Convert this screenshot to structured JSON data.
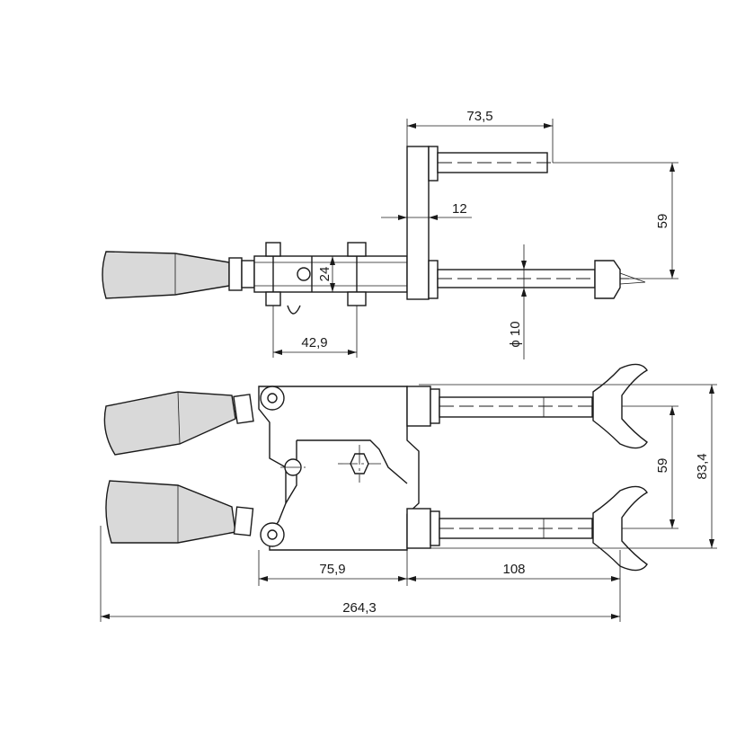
{
  "dimensions": {
    "top_length": "73,5",
    "top_height": "59",
    "top_plate": "12",
    "top_width": "24",
    "top_spacing": "42,9",
    "top_diameter": "ϕ 10",
    "front_height_inner": "59",
    "front_height_total": "83,4",
    "front_body": "75,9",
    "front_reach": "108",
    "overall_length": "264,3"
  }
}
